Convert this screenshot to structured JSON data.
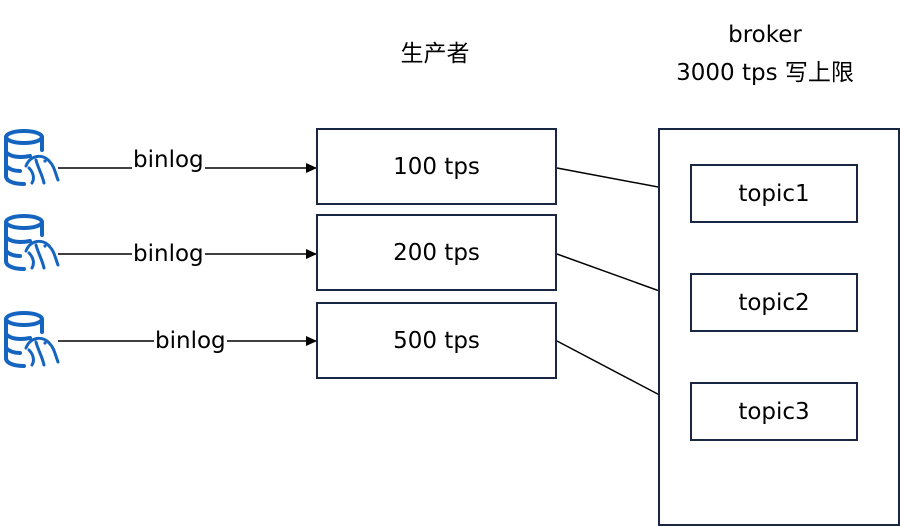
{
  "producer_header": "生产者",
  "broker_header": {
    "line1": "broker",
    "line2": "3000 tps 写上限"
  },
  "sources": [
    {
      "icon": "mysql-database-icon",
      "edge_label": "binlog"
    },
    {
      "icon": "mysql-database-icon",
      "edge_label": "binlog"
    },
    {
      "icon": "mysql-database-icon",
      "edge_label": "binlog"
    }
  ],
  "producers": [
    {
      "label": "100 tps"
    },
    {
      "label": "200 tps"
    },
    {
      "label": "500 tps"
    }
  ],
  "topics": [
    {
      "label": "topic1"
    },
    {
      "label": "topic2"
    },
    {
      "label": "topic3"
    }
  ],
  "colors": {
    "icon_blue": "#1565c0",
    "box_border": "#1a2744",
    "edge": "#000000"
  }
}
